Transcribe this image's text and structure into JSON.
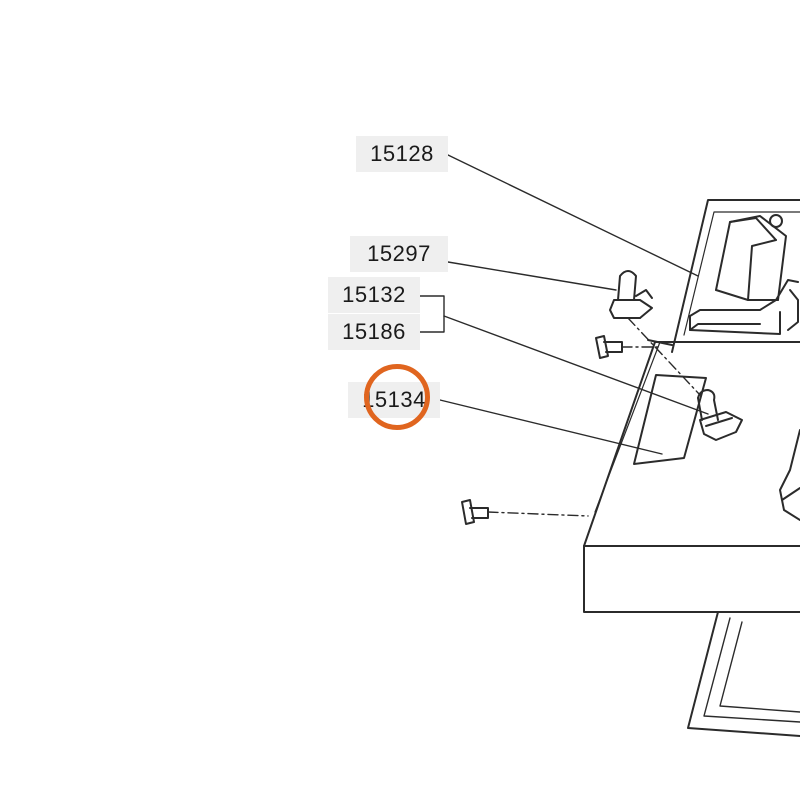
{
  "labels": [
    {
      "id": "l15128",
      "text": "15128"
    },
    {
      "id": "l15297",
      "text": "15297"
    },
    {
      "id": "l15132",
      "text": "15132"
    },
    {
      "id": "l15186",
      "text": "15186"
    },
    {
      "id": "l15134",
      "text": "15134"
    }
  ],
  "highlighted_part": "15134",
  "colors": {
    "line": "#2b2b2b",
    "label_bg": "#efefef",
    "highlight": "#e0651f"
  }
}
